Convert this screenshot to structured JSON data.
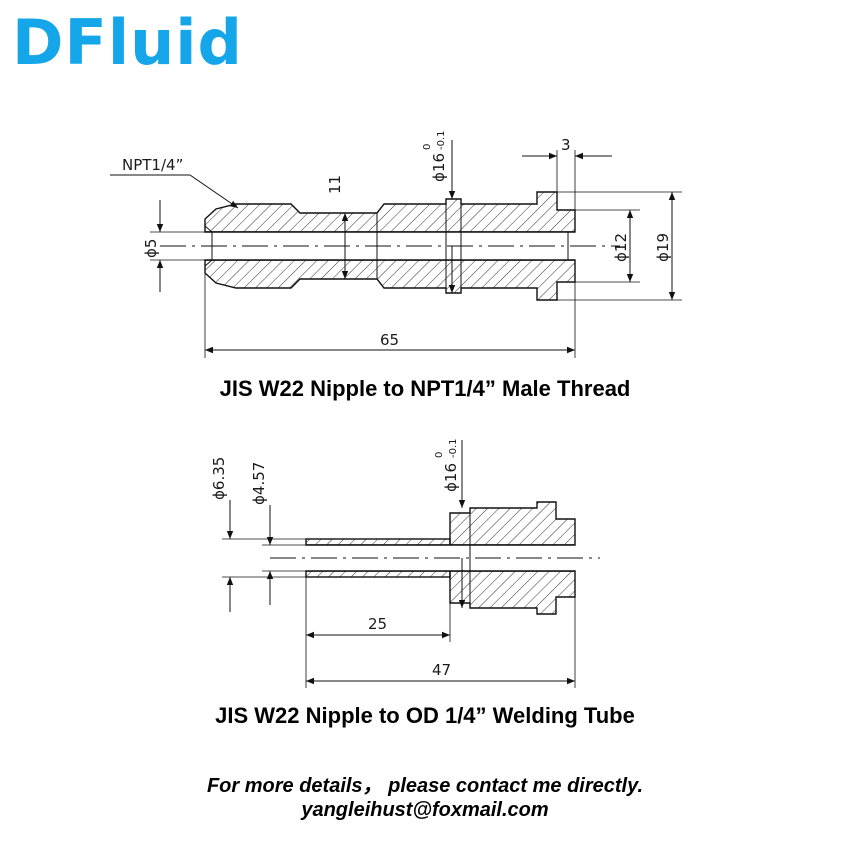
{
  "brand": {
    "name": "DFluid",
    "color": "#14a6e8"
  },
  "drawing1": {
    "caption": "JIS W22 Nipple to NPT1/4” Male Thread",
    "thread_label": "NPT1/4”",
    "dims": {
      "length": "65",
      "bore": "ϕ5",
      "neck": "11",
      "collar_d": "ϕ16",
      "collar_tol_upper": "0",
      "collar_tol_lower": "-0.1",
      "flange_w": "3",
      "inner_d": "ϕ12",
      "outer_d": "ϕ19"
    }
  },
  "drawing2": {
    "caption": "JIS W22 Nipple to OD 1/4” Welding Tube",
    "dims": {
      "tube_od": "ϕ6.35",
      "tube_id": "ϕ4.57",
      "collar_d": "ϕ16",
      "collar_tol_upper": "0",
      "collar_tol_lower": "-0.1",
      "tube_len": "25",
      "total_len": "47"
    }
  },
  "contact": {
    "line1": "For more details，  please contact me directly.",
    "email": "yangleihust@foxmail.com"
  }
}
